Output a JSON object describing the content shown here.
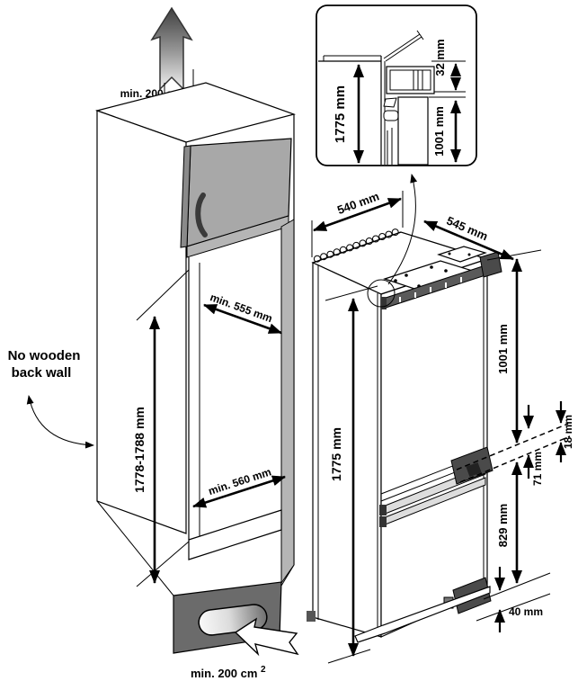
{
  "colors": {
    "door_gray": "#a8a8a8",
    "door_edge_gray": "#8a8a8a",
    "panel_gray": "#b5b5b5",
    "plinth_gray": "#6b6b6b",
    "hinge_dark": "#4a4a4a",
    "rail_gray": "#5a5a5a",
    "line": "#000000"
  },
  "cabinet": {
    "top_vent_area": "min. 200 cm²",
    "bottom_vent_area": "min. 200 cm",
    "bottom_vent_area_sup": "2",
    "back_wall_note_line1": "No wooden",
    "back_wall_note_line2": "back wall",
    "niche_height": "1778-1788 mm",
    "niche_depth_min": "min. 555 mm",
    "niche_width_min": "min. 560 mm"
  },
  "appliance": {
    "width": "540 mm",
    "depth": "545 mm",
    "height": "1775 mm",
    "upper_compartment_height": "1001 mm",
    "divider_thickness": "18 mm",
    "divider_offset": "71 mm",
    "lower_compartment_height": "829 mm",
    "bottom_clearance": "40 mm"
  },
  "detail_inset": {
    "appliance_height": "1775 mm",
    "top_vent_gap": "32 mm",
    "upper_door_height": "1001 mm"
  }
}
